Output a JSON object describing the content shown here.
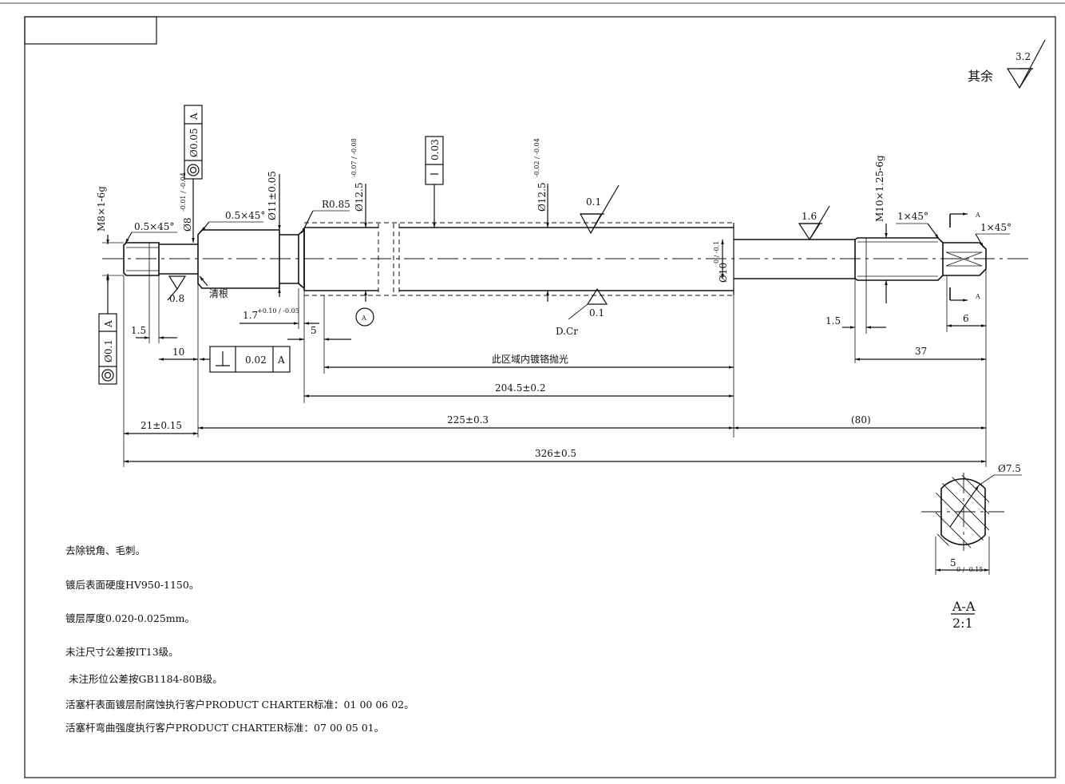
{
  "title_block": {
    "text": ""
  },
  "roughness_general": {
    "label": "其余",
    "value": "3.2"
  },
  "callouts": {
    "coaxial_left_value": "Ø0.05",
    "coaxial_left_datum": "A",
    "runout_value": "Ø0.1",
    "runout_datum": "A",
    "straightness_value": "0.03",
    "perp_value": "0.02",
    "perp_datum": "A"
  },
  "dims": {
    "thread_left": "M8×1-6g",
    "chamfer_left": "0.5×45°",
    "dia8": "Ø8",
    "dia8_tol": "-0.01 / -0.04",
    "chamfer_mid": "0.5×45°",
    "dia11": "Ø11±0.05",
    "r085": "R0.85",
    "dia125a": "Ø12.5",
    "dia125a_tol": "-0.07 / -0.08",
    "dia125b": "Ø12.5",
    "dia125b_tol": "-0.02 / -0.04",
    "rough_01_top": "0.1",
    "rough_01_bot": "0.1",
    "rough_16": "1.6",
    "rough_08": "0.8",
    "dcr": "D.Cr",
    "qinggen": "清根",
    "dia10": "Ø10",
    "dia10_tol": "0 / -0.1",
    "thread_right": "M10×1.25-6g",
    "chamfer_right1": "1×45°",
    "chamfer_right2": "1×45°",
    "section_mark": "A",
    "detail_circle": "A",
    "d_15_left": "1.5",
    "d_10": "10",
    "d_17": "1.7",
    "d_17_tol": "+0.10 / -0.05",
    "d_5": "5",
    "d_15_right": "1.5",
    "d_6": "6",
    "d_37": "37",
    "chrome_zone": "此区域内镀铬抛光",
    "d_2045": "204.5±0.2",
    "d_21": "21±0.15",
    "d_225": "225±0.3",
    "d_80": "(80)",
    "d_326": "326±0.5",
    "sec_dia": "Ø7.5",
    "sec_flat": "5",
    "sec_flat_tol": "0 / -0.15",
    "sec_title": "A-A",
    "sec_scale": "2:1"
  },
  "notes": [
    "去除锐角、毛刺。",
    "镀后表面硬度HV950-1150。",
    "镀层厚度0.020-0.025mm。",
    "未注尺寸公差按IT13级。",
    "未注形位公差按GB1184-80B级。",
    "活塞杆表面镀层耐腐蚀执行客户PRODUCT CHARTER标准：01 00 06 02。",
    "活塞杆弯曲强度执行客户PRODUCT CHARTER标准：07 00 05 01。"
  ]
}
